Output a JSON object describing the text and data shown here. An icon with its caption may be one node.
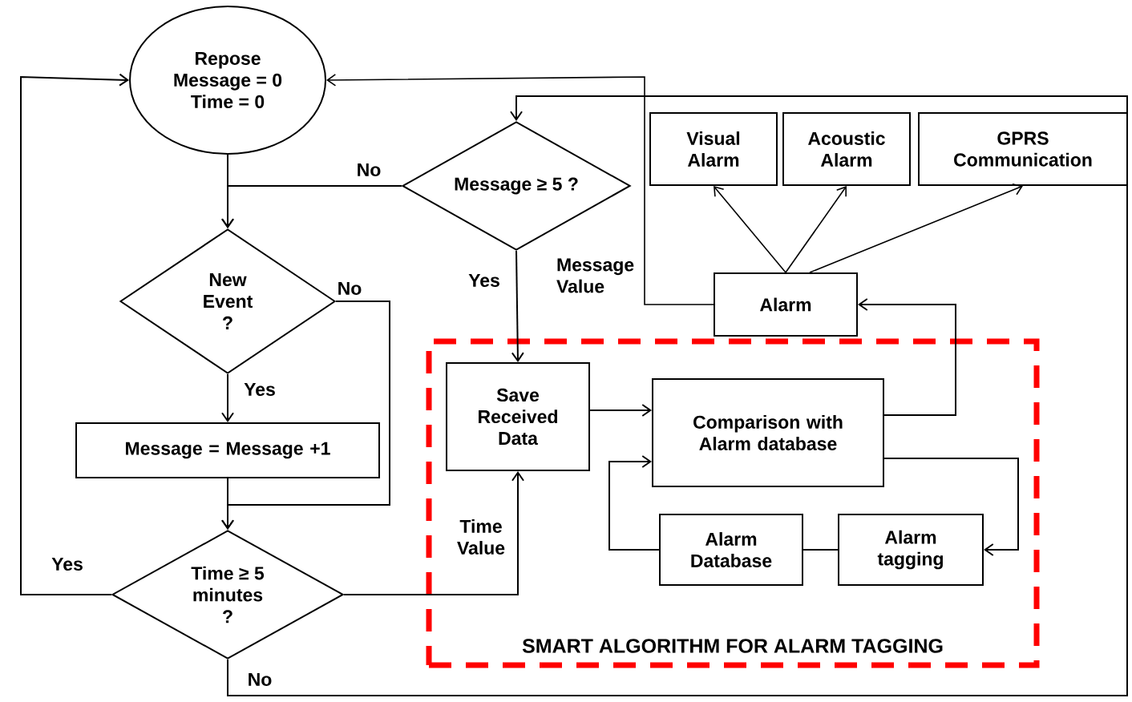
{
  "diagram": {
    "nodes": [
      {
        "text": [
          "Repose",
          "Message = 0 Time = 0"
        ]
      },
      {
        "text": [
          "Message ≥ 5 ?"
        ]
      },
      {
        "text": [
          "New Event ?"
        ]
      },
      {
        "text": [
          "Message = Message +1"
        ]
      },
      {
        "text": [
          "Time ≥ 5 minutes ?"
        ]
      },
      {
        "text": [
          "SMART ALGORITHM FOR ALARM TAGGING"
        ]
      },
      {
        "text": [
          "Save Received Data"
        ],
        "in": 5
      },
      {
        "text": [
          "Comparison with Alarm database"
        ],
        "in": 5
      },
      {
        "text": [
          "Alarm Database"
        ],
        "in": 5
      },
      {
        "text": [
          "Alarm tagging"
        ],
        "in": 5
      },
      {
        "text": [
          "Alarm"
        ]
      },
      {
        "text": [
          "Visual Alarm"
        ]
      },
      {
        "text": [
          "Acoustic Alarm"
        ]
      },
      {
        "text": [
          "GPRS Communication"
        ]
      }
    ],
    "edges": [
      {
        "from": 0,
        "to": 2,
        "arrow": "to"
      },
      {
        "from": 1,
        "to": 2,
        "arrow": "to",
        "label": "No"
      },
      {
        "from": 1,
        "to": 6,
        "arrow": "to",
        "label": "Yes"
      },
      {
        "from": 2,
        "to": 3,
        "arrow": "to",
        "label": "Yes"
      },
      {
        "from": 2,
        "to": 4,
        "arrow": "to",
        "label": "No"
      },
      {
        "from": 3,
        "to": 4,
        "arrow": "to"
      },
      {
        "from": 4,
        "to": 0,
        "arrow": "to",
        "label": "Yes"
      },
      {
        "from": 4,
        "to": 6,
        "arrow": "to",
        "label": "Time Value"
      },
      {
        "from": 4,
        "to": 1,
        "arrow": "to",
        "label": "No"
      },
      {
        "from": 6,
        "to": 7,
        "arrow": "to"
      },
      {
        "from": 7,
        "to": 10,
        "arrow": "to"
      },
      {
        "from": 7,
        "to": 9,
        "arrow": "to"
      },
      {
        "from": 8,
        "to": 9,
        "arrow": "none"
      },
      {
        "from": 8,
        "to": 7,
        "arrow": "to"
      },
      {
        "from": 10,
        "to": 11,
        "arrow": "to"
      },
      {
        "from": 10,
        "to": 12,
        "arrow": "to"
      },
      {
        "from": 10,
        "to": 13,
        "arrow": "to"
      },
      {
        "from": 10,
        "to": 0,
        "arrow": "to"
      }
    ],
    "labels": [
      "Message Value"
    ]
  }
}
